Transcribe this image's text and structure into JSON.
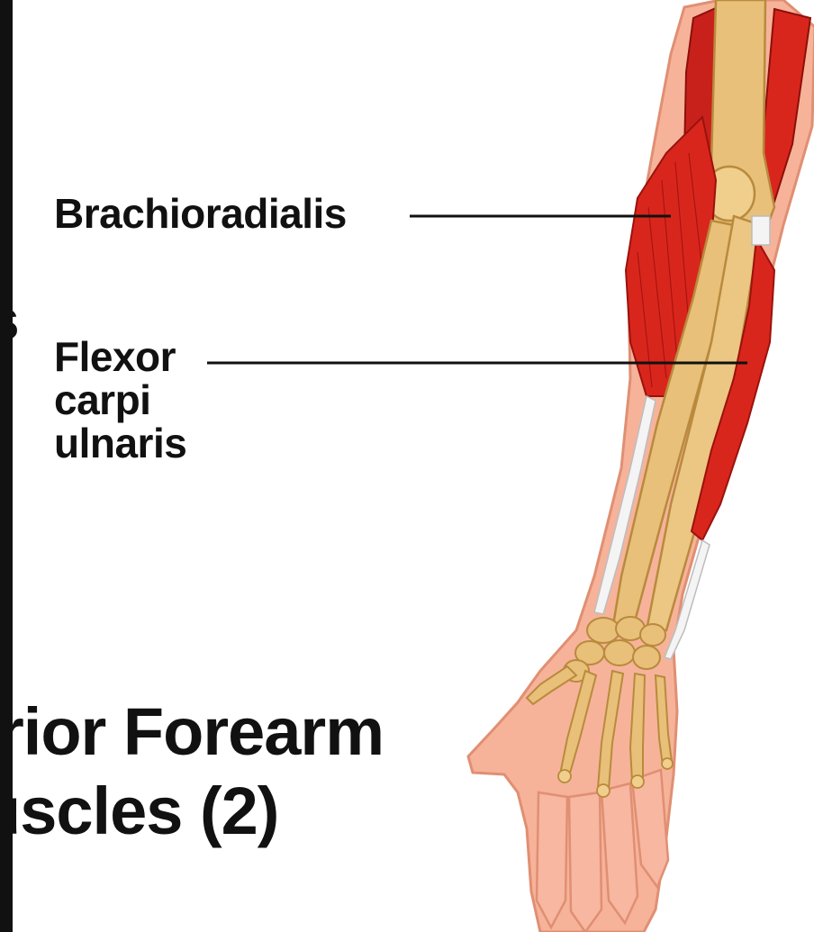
{
  "labels": {
    "brachioradialis": "Brachioradialis",
    "flexor_line1": "Flexor",
    "flexor_line2": "carpi",
    "flexor_line3": "ulnaris",
    "clipped_left_char": "s"
  },
  "title": {
    "line1": "rior Forearm",
    "line2": "uscles (2)"
  },
  "colors": {
    "skin": "#f6b39a",
    "skin_outline": "#e08f73",
    "muscle": "#d9261c",
    "muscle_dark": "#a8140f",
    "bone": "#e8c079",
    "bone_outline": "#b98a3d",
    "tendon": "#f4f4f4",
    "text": "#111111"
  }
}
